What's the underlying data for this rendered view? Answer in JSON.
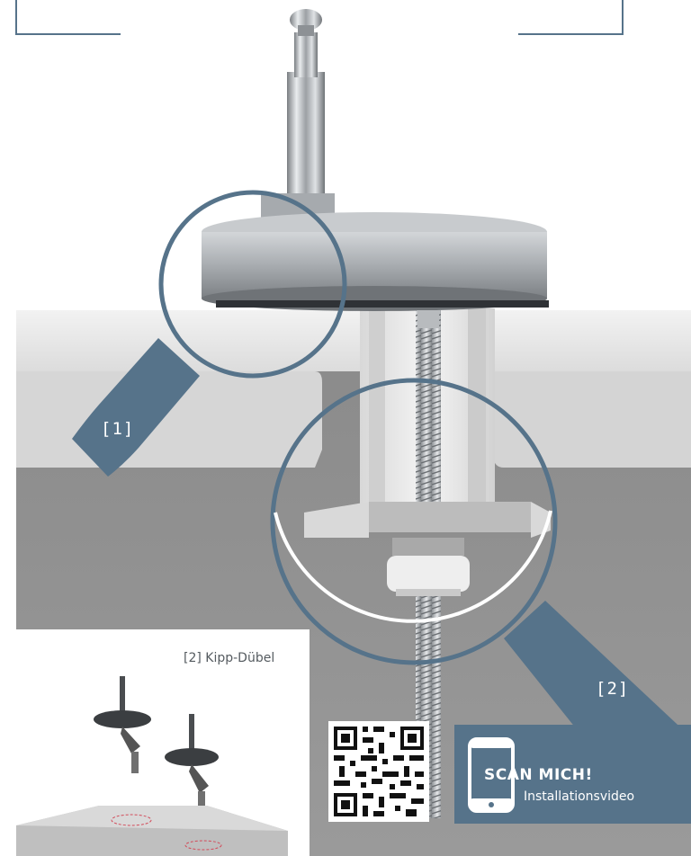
{
  "callouts": [
    {
      "id": "1",
      "label": "[1]"
    },
    {
      "id": "2",
      "label": "[2]"
    }
  ],
  "inset": {
    "caption": "[2] Kipp-Dübel"
  },
  "scan_panel": {
    "title": "SCAN MICH!",
    "subtitle": "Installationsvideo"
  },
  "colors": {
    "accent": "#56738a",
    "background_dark": "#8e8e8e",
    "surface_light": "#e6e6e6"
  },
  "icons": {
    "phone": "phone-icon",
    "qr": "qr-code"
  }
}
